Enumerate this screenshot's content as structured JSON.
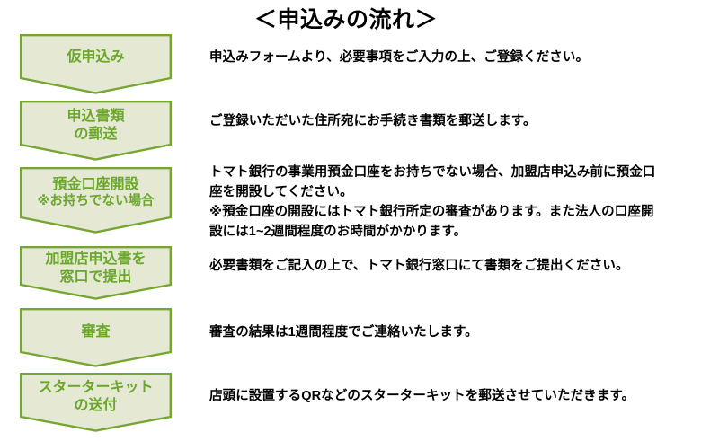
{
  "title": "＜申込みの流れ＞",
  "colors": {
    "shape_fill": "#e5e9d4",
    "shape_border": "#76a531",
    "shape_label_text": "#6aa72a",
    "description_text": "#000000",
    "background": "#ffffff"
  },
  "steps": [
    {
      "label_line1": "仮申込み",
      "label_line2": "",
      "description": [
        "申込みフォームより、必要事項をご入力の上、ご登録ください。"
      ]
    },
    {
      "label_line1": "申込書類",
      "label_line2": "の郵送",
      "description": [
        "ご登録いただいた住所宛にお手続き書類を郵送します。"
      ]
    },
    {
      "label_line1": "預金口座開設",
      "label_line2": "※お持ちでない場合",
      "description": [
        "トマト銀行の事業用預金口座をお持ちでない場合、加盟店申込み前に預金口",
        "座を開設してください。",
        "※預金口座の開設にはトマト銀行所定の審査があります。また法人の口座開",
        "設には1~2週間程度のお時間がかかります。"
      ]
    },
    {
      "label_line1": "加盟店申込書を",
      "label_line2": "窓口で提出",
      "description": [
        "必要書類をご記入の上で、トマト銀行窓口にて書類をご提出ください。"
      ]
    },
    {
      "label_line1": "審査",
      "label_line2": "",
      "description": [
        "審査の結果は1週間程度でご連絡いたします。"
      ]
    },
    {
      "label_line1": "スターターキット",
      "label_line2": "の送付",
      "description": [
        "店頭に設置するQRなどのスターターキットを郵送させていただきます。"
      ]
    }
  ]
}
